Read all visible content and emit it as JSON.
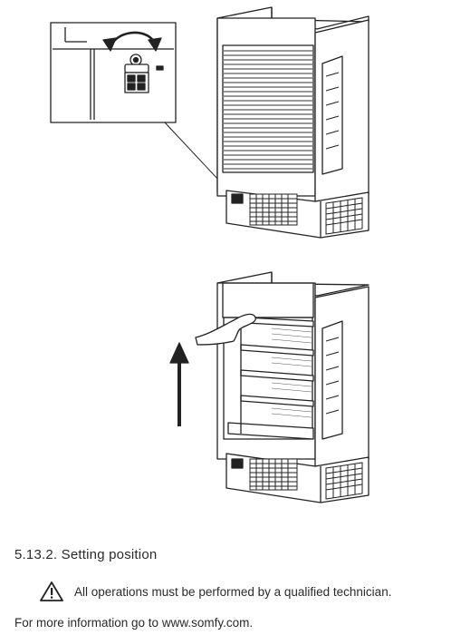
{
  "document": {
    "section_heading": "5.13.2. Setting position",
    "warning_text": "All operations must be performed by a qualified technician.",
    "info_text": "For more information go to www.somfy.com."
  },
  "figures": [
    {
      "icon": "showcase-cabinet-closed-with-switch-detail"
    },
    {
      "icon": "showcase-cabinet-open-lifting-blind",
      "arrow": "up-arrow-icon"
    }
  ]
}
